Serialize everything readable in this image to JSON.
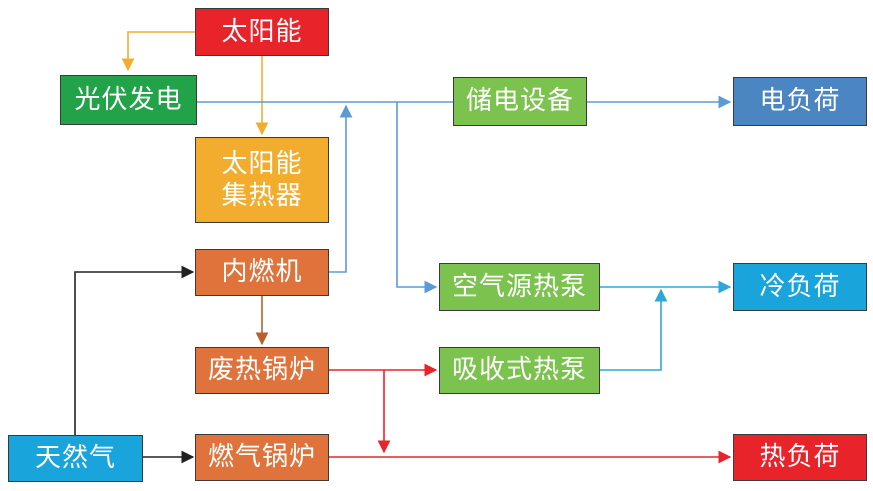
{
  "colors": {
    "red": "#e8232a",
    "green": "#22a34a",
    "light_green": "#7cc24f",
    "yellow": "#f2ad2f",
    "orange": "#e0733c",
    "blue": "#4b86c2",
    "cyan": "#19a4dc",
    "line_blue": "#5b9bd5",
    "line_cyan": "#2aa8d8",
    "line_yellow": "#f2ad2f",
    "line_brown": "#b5622c",
    "line_red": "#e8232a",
    "line_black": "#222222"
  },
  "nodes": {
    "solar": "太阳能",
    "pv": "光伏发电",
    "solar_collector": "太阳能\n集热器",
    "storage": "储电设备",
    "elec_load": "电负荷",
    "ice": "内燃机",
    "ashp": "空气源热泵",
    "cool_load": "冷负荷",
    "waste_boiler": "废热锅炉",
    "abs_hp": "吸收式热泵",
    "natural_gas": "天然气",
    "gas_boiler": "燃气锅炉",
    "heat_load": "热负荷"
  }
}
